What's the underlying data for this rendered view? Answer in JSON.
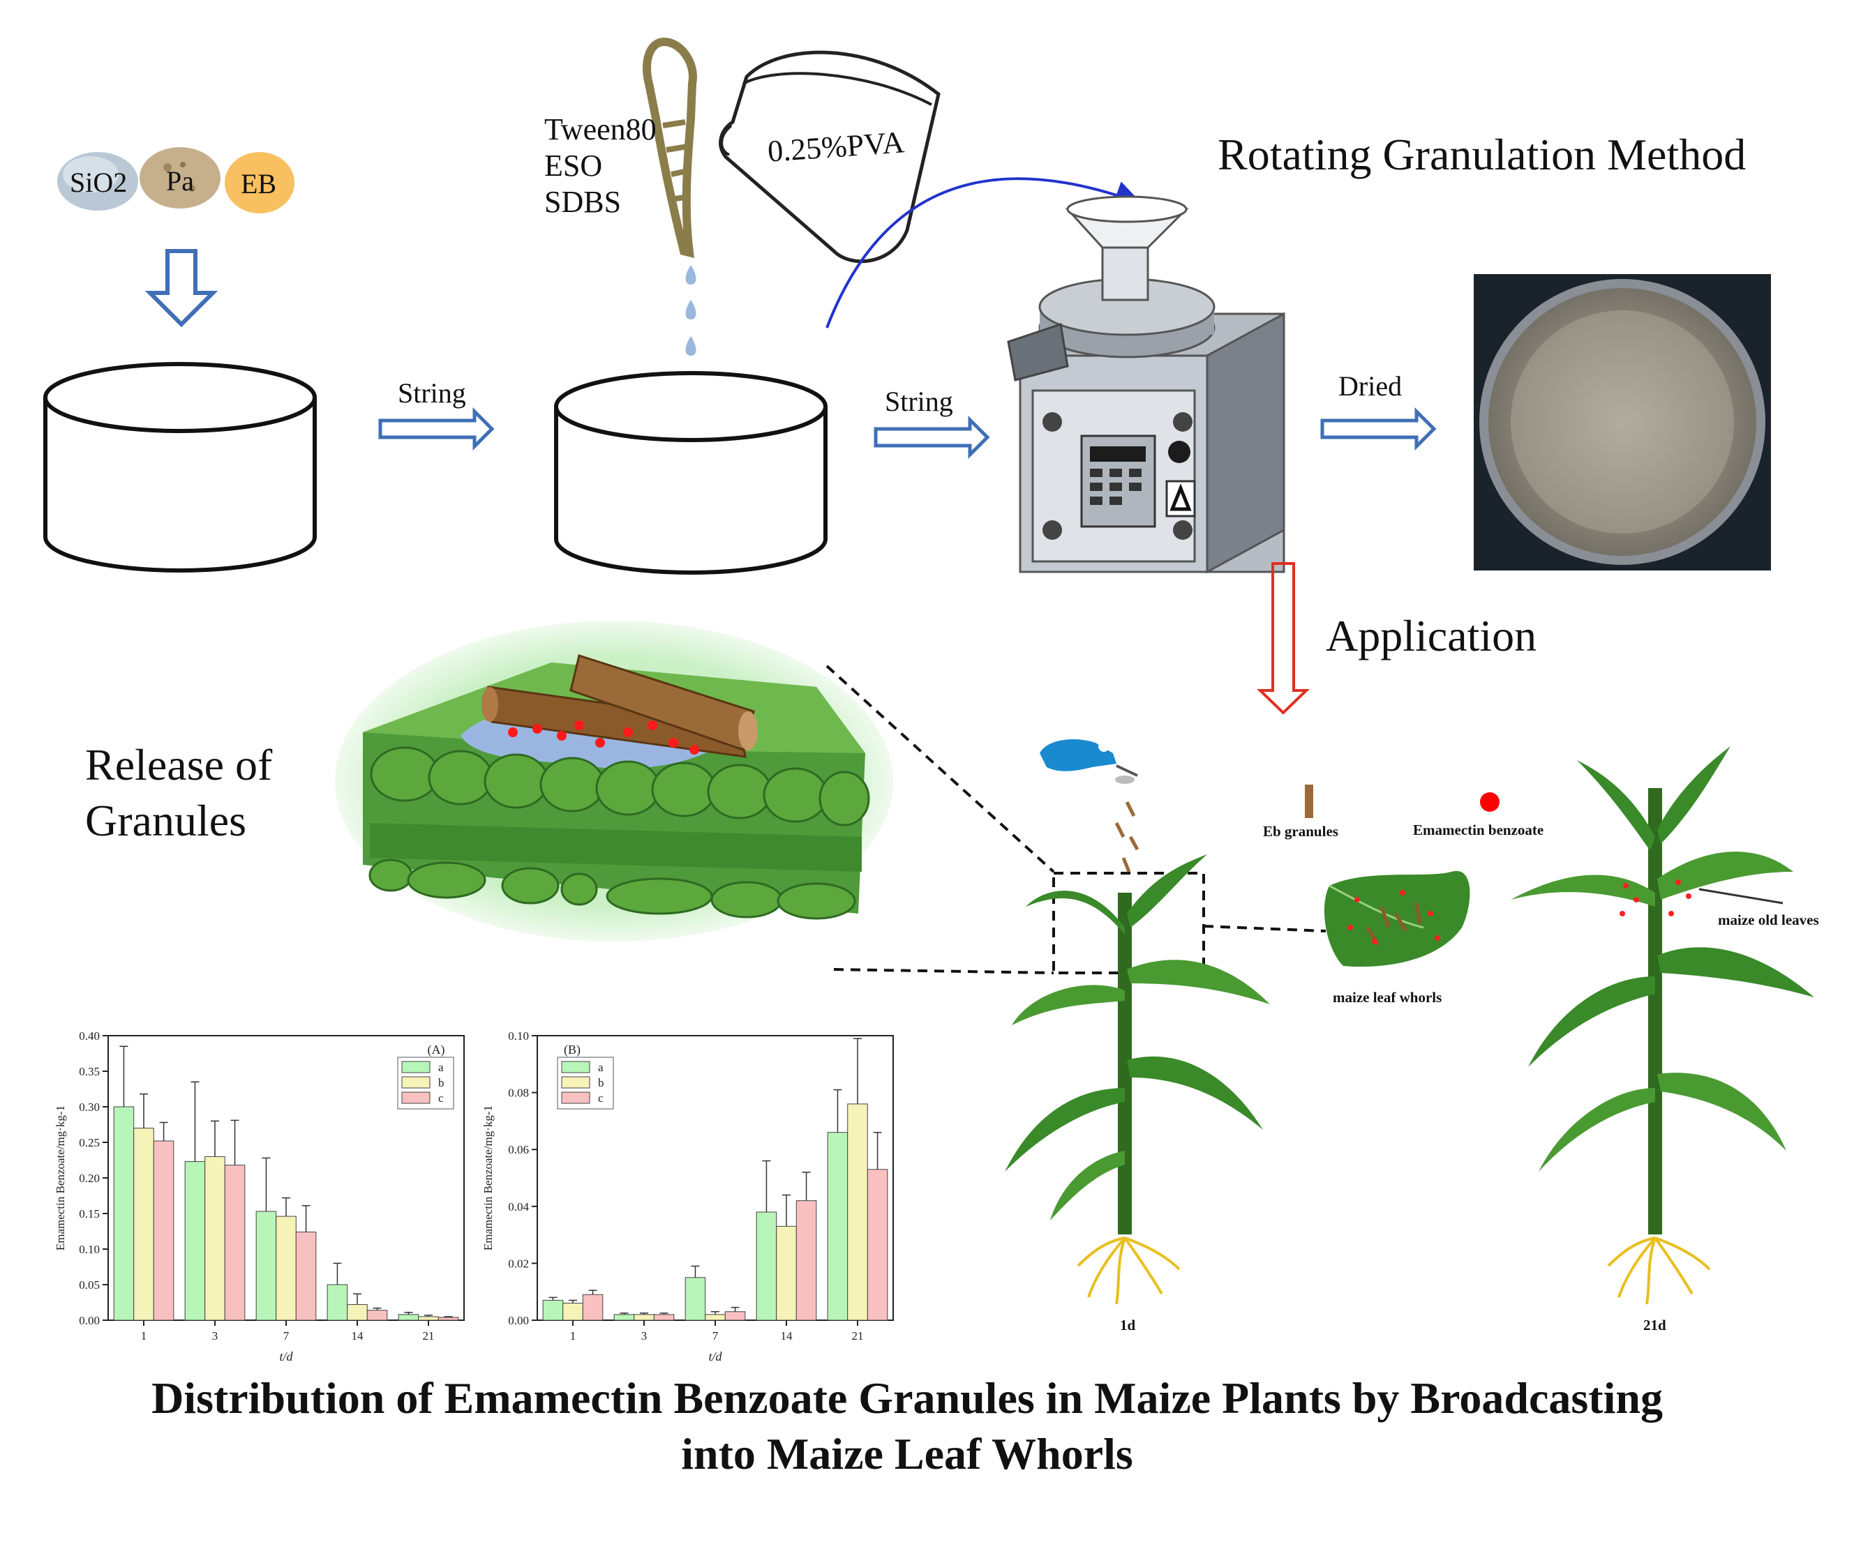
{
  "ingredients": [
    "SiO2",
    "Pa",
    "EB"
  ],
  "additives": [
    "Tween80",
    "ESO",
    "SDBS"
  ],
  "beaker_label": "0.25%PVA",
  "method_title": "Rotating Granulation Method",
  "steps": {
    "stir1": "String",
    "stir2": "String",
    "dried": "Dried",
    "application": "Application"
  },
  "release_label": [
    "Release of",
    "Granules"
  ],
  "legend": {
    "granules": "Eb granules",
    "emamectin": "Emamectin benzoate"
  },
  "whorl_label": "maize leaf whorls",
  "old_leaves_label": "maize old leaves",
  "plant_days": [
    "1d",
    "21d"
  ],
  "colors": {
    "series_a": "#b8f5b8",
    "series_b": "#f6f3b8",
    "series_c": "#f8c0c0",
    "arrow_blue": "#3f6fb5",
    "arrow_red": "#e03020",
    "red_dot": "#ff0000"
  },
  "chart_data": [
    {
      "type": "bar",
      "panel": "(A)",
      "categories": [
        "1",
        "3",
        "7",
        "14",
        "21"
      ],
      "xlabel": "t/d",
      "ylabel": "Emamectin Benzoate/mg·kg-1",
      "ylim": [
        0,
        0.4
      ],
      "yticks": [
        "0.00",
        "0.05",
        "0.10",
        "0.15",
        "0.20",
        "0.25",
        "0.30",
        "0.35",
        "0.40"
      ],
      "series": [
        {
          "name": "a",
          "values": [
            0.3,
            0.223,
            0.153,
            0.05,
            0.008
          ],
          "errors": [
            0.085,
            0.112,
            0.075,
            0.03,
            0.003
          ]
        },
        {
          "name": "b",
          "values": [
            0.27,
            0.23,
            0.146,
            0.022,
            0.005
          ],
          "errors": [
            0.048,
            0.05,
            0.026,
            0.015,
            0.002
          ]
        },
        {
          "name": "c",
          "values": [
            0.252,
            0.218,
            0.124,
            0.014,
            0.004
          ],
          "errors": [
            0.026,
            0.063,
            0.037,
            0.003,
            0.001
          ]
        }
      ]
    },
    {
      "type": "bar",
      "panel": "(B)",
      "categories": [
        "1",
        "3",
        "7",
        "14",
        "21"
      ],
      "xlabel": "t/d",
      "ylabel": "Emamectin Benzoate/mg·kg-1",
      "ylim": [
        0,
        0.1
      ],
      "yticks": [
        "0.00",
        "0.02",
        "0.04",
        "0.06",
        "0.08",
        "0.10"
      ],
      "series": [
        {
          "name": "a",
          "values": [
            0.007,
            0.002,
            0.015,
            0.038,
            0.066
          ],
          "errors": [
            0.001,
            0.0005,
            0.004,
            0.018,
            0.015
          ]
        },
        {
          "name": "b",
          "values": [
            0.006,
            0.002,
            0.002,
            0.033,
            0.076
          ],
          "errors": [
            0.001,
            0.0005,
            0.001,
            0.011,
            0.023
          ]
        },
        {
          "name": "c",
          "values": [
            0.009,
            0.002,
            0.003,
            0.042,
            0.053
          ],
          "errors": [
            0.0015,
            0.0005,
            0.0015,
            0.01,
            0.013
          ]
        }
      ]
    }
  ],
  "caption": [
    "Distribution of Emamectin Benzoate Granules in Maize Plants by Broadcasting",
    "into Maize Leaf Whorls"
  ]
}
